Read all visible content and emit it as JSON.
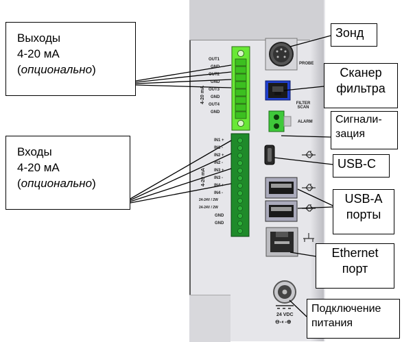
{
  "colors": {
    "terminal_green": "#69e836",
    "terminal_dark_green": "#1f8a2a",
    "panel_gray": "#e6e6ea",
    "usb_blue": "#2040d0"
  },
  "panel_labels": {
    "outputs": [
      "OUT1",
      "GND",
      "OUT2",
      "GND",
      "OUT3",
      "GND",
      "OUT4",
      "GND"
    ],
    "outputs_vertical": "4-20 mA",
    "inputs": [
      "IN1 +",
      "IN1 -",
      "IN2 +",
      "IN2 -",
      "IN3 +",
      "IN3 -",
      "IN4 +",
      "IN4 -",
      "24-24V / 2W",
      "24-24V / 2W",
      "GND",
      "GND"
    ],
    "inputs_vertical": "4-20 mA",
    "probe": "PROBE",
    "filter_scan": "FILTER SCAN",
    "alarm": "ALARM",
    "power": "24 VDC",
    "polarity": "⊖-◐-⊕"
  },
  "callouts": {
    "outputs": {
      "line1": "Выходы",
      "line2": "4-20 мА",
      "open": "(",
      "italic": "опционально",
      "close": ")"
    },
    "inputs": {
      "line1": "Входы",
      "line2": "4-20 мА",
      "open": "(",
      "italic": "опционально",
      "close": ")"
    },
    "probe": "Зонд",
    "filter_scanner": {
      "line1": "Сканер",
      "line2": "фильтра"
    },
    "alarm": {
      "line1": "Сигнали-",
      "line2": "зация"
    },
    "usb_c": "USB-C",
    "usb_a": {
      "line1": "USB-A",
      "line2": "порты"
    },
    "ethernet": {
      "line1": "Ethernet",
      "line2": "порт"
    },
    "power": {
      "line1": "Подключение",
      "line2": "питания"
    }
  }
}
